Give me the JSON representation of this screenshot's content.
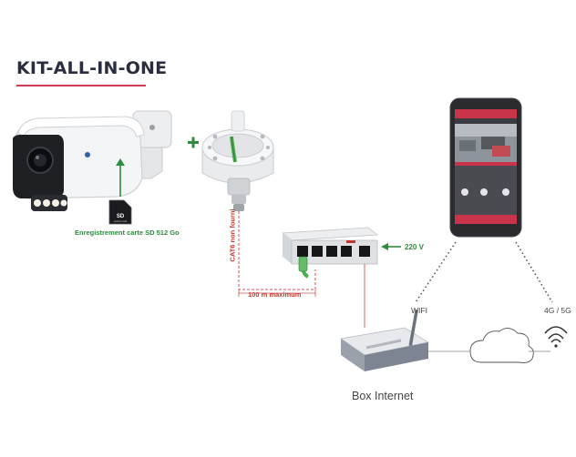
{
  "title": "KIT-ALL-IN-ONE",
  "labels": {
    "sd_recording": "Enregistrement carte SD 512 Go",
    "cable": "CAT6 non fourni",
    "distance": "100 m maximum",
    "power": "220 V",
    "wifi": "WIFI",
    "mobile": "4G / 5G",
    "router": "Box Internet"
  },
  "sd_card": {
    "line1": "SD",
    "line2": "unicorn card"
  },
  "colors": {
    "accent": "#d63a50",
    "title": "#2a2d3e",
    "power_arrow": "#2e8b3d",
    "cable_line": "#d9534f",
    "phone_body": "#2b2b2f"
  }
}
